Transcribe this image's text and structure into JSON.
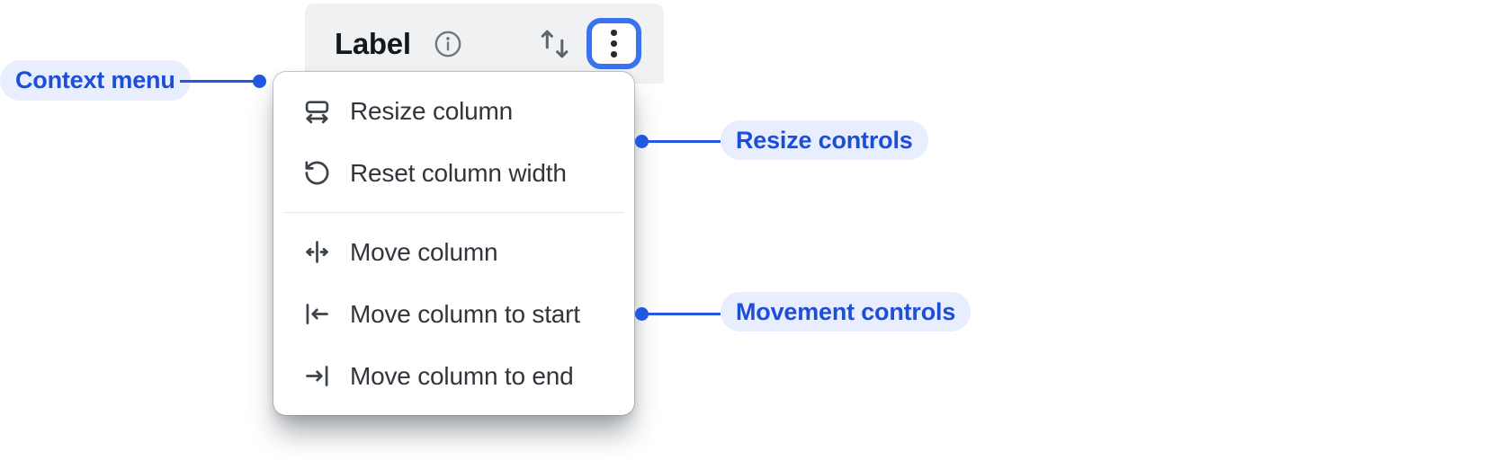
{
  "column_header": {
    "label": "Label",
    "info_icon": "info-icon",
    "sort_icon": "sort-arrows-icon",
    "menu_button_icon": "kebab-menu-icon",
    "menu_button_state": "focused"
  },
  "context_menu": {
    "items": [
      {
        "label": "Resize column",
        "icon": "resize-column-icon",
        "section": "resize"
      },
      {
        "label": "Reset column width",
        "icon": "reset-column-width-icon",
        "section": "resize"
      },
      {
        "label": "Move column",
        "icon": "move-column-icon",
        "section": "movement"
      },
      {
        "label": "Move column to start",
        "icon": "move-column-to-start-icon",
        "section": "movement"
      },
      {
        "label": "Move column to end",
        "icon": "move-column-to-end-icon",
        "section": "movement"
      }
    ]
  },
  "annotations": {
    "context_menu_label": "Context menu",
    "resize_controls_label": "Resize controls",
    "movement_controls_label": "Movement controls"
  },
  "colors": {
    "header_bg": "#f0f1f2",
    "menu_bg": "#ffffff",
    "menu_text": "#31363c",
    "menu_icon": "#3d434a",
    "divider": "#e3e4e7",
    "focus_ring_blue": "#3a72f1",
    "annotation_text_blue": "#1d4ed8",
    "annotation_line_blue": "#2257e0",
    "annotation_pill_bg": "#e8eefe",
    "info_icon_gray": "#71777e",
    "sort_icon_gray": "#5d636b"
  }
}
